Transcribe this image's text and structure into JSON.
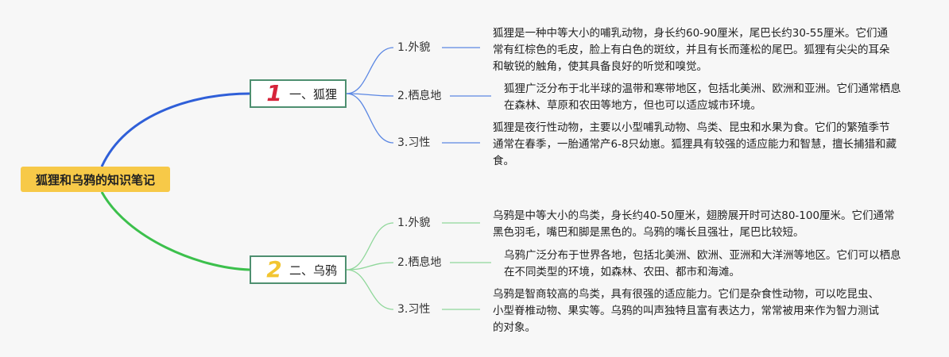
{
  "root": {
    "title": "狐狸和乌鸦的知识笔记"
  },
  "branches": [
    {
      "number": "1",
      "label": "一、狐狸",
      "items": [
        {
          "label": "1.外貌",
          "text": "狐狸是一种中等大小的哺乳动物，身长约60-90厘米，尾巴长约30-55厘米。它们通常有红棕色的毛皮，脸上有白色的斑纹，并且有长而蓬松的尾巴。狐狸有尖尖的耳朵和敏锐的触角，使其具备良好的听觉和嗅觉。"
        },
        {
          "label": "2.栖息地",
          "text": "狐狸广泛分布于北半球的温带和寒带地区，包括北美洲、欧洲和亚洲。它们通常栖息在森林、草原和农田等地方，但也可以适应城市环境。"
        },
        {
          "label": "3.习性",
          "text": "狐狸是夜行性动物，主要以小型哺乳动物、鸟类、昆虫和水果为食。它们的繁殖季节通常在春季，一胎通常产6-8只幼崽。狐狸具有较强的适应能力和智慧，擅长捕猎和藏食。"
        }
      ]
    },
    {
      "number": "2",
      "label": "二、乌鸦",
      "items": [
        {
          "label": "1.外貌",
          "text": "乌鸦是中等大小的鸟类，身长约40-50厘米，翅膀展开时可达80-100厘米。它们通常黑色羽毛，嘴巴和脚是黑色的。乌鸦的嘴长且强壮，尾巴比较短。"
        },
        {
          "label": "2.栖息地",
          "text": "乌鸦广泛分布于世界各地，包括北美洲、欧洲、亚洲和大洋洲等地区。它们可以栖息在不同类型的环境，如森林、农田、都市和海滩。"
        },
        {
          "label": "3.习性",
          "text": "乌鸦是智商较高的鸟类，具有很强的适应能力。它们是杂食性动物，可以吃昆虫、小型脊椎动物、果实等。乌鸦的叫声独特且富有表达力，常常被用来作为智力测试的对象。"
        }
      ]
    }
  ],
  "colors": {
    "root_fill": "#f7c948",
    "branch_border": "#4e8f70",
    "fox_link": "#2f5fd8",
    "crow_link": "#3cc04c",
    "fox_leaf_link": "#5b87e3",
    "crow_leaf_link": "#8fd79a",
    "fox_number": "#d6243a",
    "crow_number": "#f2c531"
  }
}
